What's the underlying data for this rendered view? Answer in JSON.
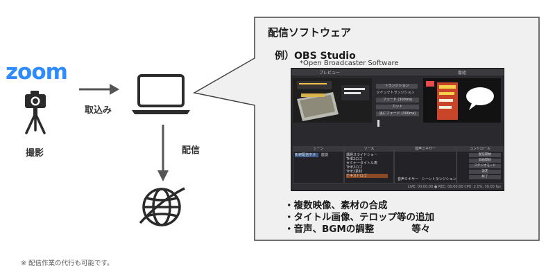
{
  "logo": {
    "text": "zoom",
    "color": "#2d8cff"
  },
  "left_flow": {
    "camera_label": "撮影",
    "capture_label": "取込み",
    "distribute_label": "配信"
  },
  "callout": {
    "title": "配信ソフトウェア",
    "example": "例）OBS Studio",
    "example_note": "*Open Broadcaster Software",
    "bullets": [
      "・複数映像、素材の合成",
      "・タイトル画像、テロップ等の追加",
      "・音声、BGMの調整　　　　等々"
    ]
  },
  "obs": {
    "preview_header": "プレビュー",
    "program_header": "番組",
    "transition_buttons": [
      "トランジション",
      "クイックトランジション",
      "フェード (300ms)",
      "カット",
      "黒にフェード (300ms)"
    ],
    "docks": {
      "scenes": "シーン",
      "sources": "ソース",
      "mixer": "音声ミキサー",
      "controls": "コントロール"
    },
    "scene_items": [
      "RHP配信ネタ",
      "座談"
    ],
    "source_items": [
      "講題スライドショー",
      "THE2ロゴ",
      "セミナータイトル表",
      "THE2ロゴ",
      "THE2素材",
      "テキストロゴ"
    ],
    "control_buttons": [
      "配信開始",
      "録画開始",
      "スタジオモード",
      "設定",
      "終了"
    ],
    "mixer_footer": "音声ミキサー　シーントランジション",
    "status": "LIVE: 00:00:00  ●  REC: 00:00:00    CPU: 2.0%, 30.00 fps"
  },
  "footnote": "※ 配信作業の代行も可能です。",
  "colors": {
    "accent": "#2d8cff",
    "callout_fill": "#f0f0f0",
    "ink": "#333333"
  },
  "icons": [
    "camera-on-tripod-icon",
    "laptop-icon",
    "globe-icon",
    "right-arrow-icon",
    "down-arrow-icon"
  ]
}
